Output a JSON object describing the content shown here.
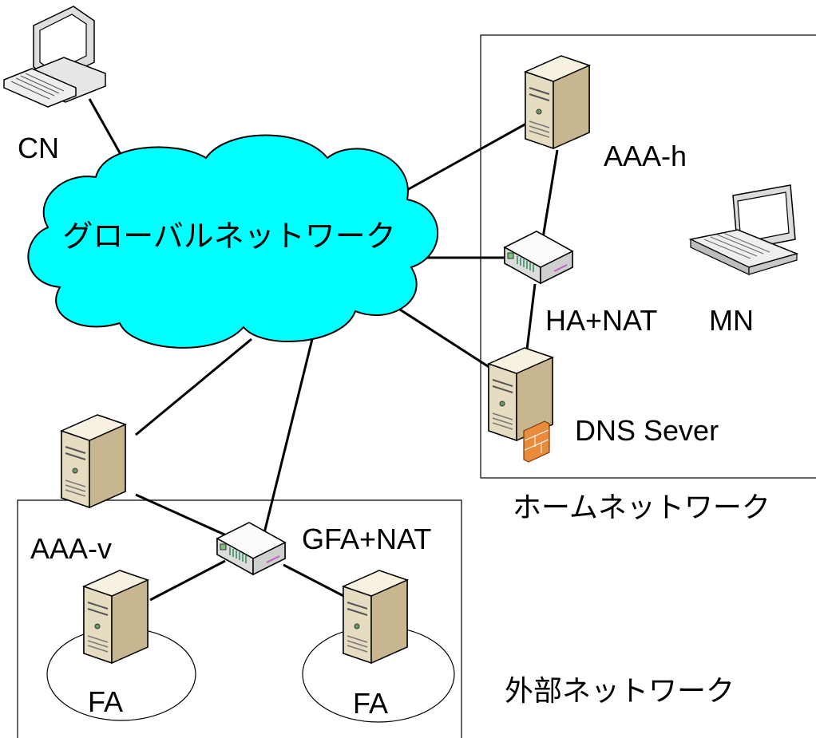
{
  "cloud": {
    "label": "グローバルネットワーク",
    "fill": "#00ffff"
  },
  "nodes": {
    "cn": "CN",
    "aaa_h": "AAA-h",
    "ha_nat": "HA+NAT",
    "mn": "MN",
    "dns": "DNS Sever",
    "aaa_v": "AAA-v",
    "gfa_nat": "GFA+NAT",
    "fa_left": "FA",
    "fa_right": "FA"
  },
  "regions": {
    "home": "ホームネットワーク",
    "foreign": "外部ネットワーク"
  },
  "colors": {
    "server_body": "#e6dcc2",
    "server_side": "#bfae86",
    "firewall": "#e98b3a"
  }
}
